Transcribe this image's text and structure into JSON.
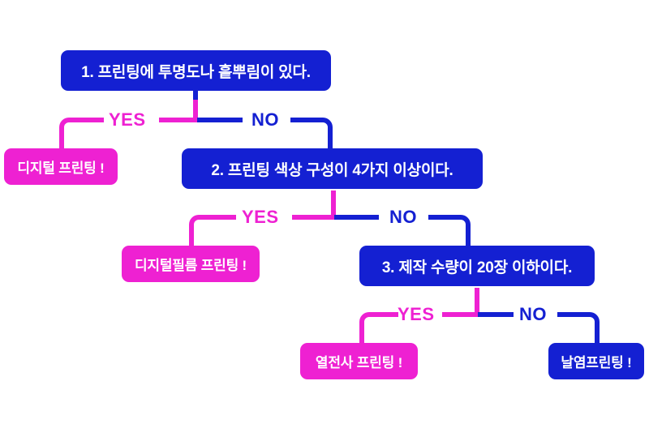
{
  "diagram": {
    "title": "printing method decision flowchart",
    "colors": {
      "blue": "#1420D2",
      "magenta": "#EE21D2",
      "background": "#FFFFFF",
      "text_on_node": "#FFFFFF"
    },
    "questions": [
      {
        "id": "q1",
        "label": "1. 프린팅에 투명도나 흩뿌림이 있다."
      },
      {
        "id": "q2",
        "label": "2. 프린팅 색상 구성이 4가지 이상이다."
      },
      {
        "id": "q3",
        "label": "3. 제작 수량이 20장 이하이다."
      }
    ],
    "results": [
      {
        "id": "r1",
        "label": "디지털 프린팅 !",
        "branch": "yes"
      },
      {
        "id": "r2",
        "label": "디지털필름 프린팅 !",
        "branch": "yes"
      },
      {
        "id": "r3",
        "label": "열전사 프린팅 !",
        "branch": "yes"
      },
      {
        "id": "r4",
        "label": "날염프린팅 !",
        "branch": "no"
      }
    ],
    "branch_labels": {
      "yes": "YES",
      "no": "NO"
    },
    "levels": [
      {
        "question": "1. 프린팅에 투명도나 흩뿌림이 있다.",
        "yes_target": "디지털 프린팅 !",
        "no_target": "2. 프린팅 색상 구성이 4가지 이상이다."
      },
      {
        "question": "2. 프린팅 색상 구성이 4가지 이상이다.",
        "yes_target": "디지털필름 프린팅 !",
        "no_target": "3. 제작 수량이 20장 이하이다."
      },
      {
        "question": "3. 제작 수량이 20장 이하이다.",
        "yes_target": "열전사 프린팅 !",
        "no_target": "날염프린팅 !"
      }
    ]
  }
}
